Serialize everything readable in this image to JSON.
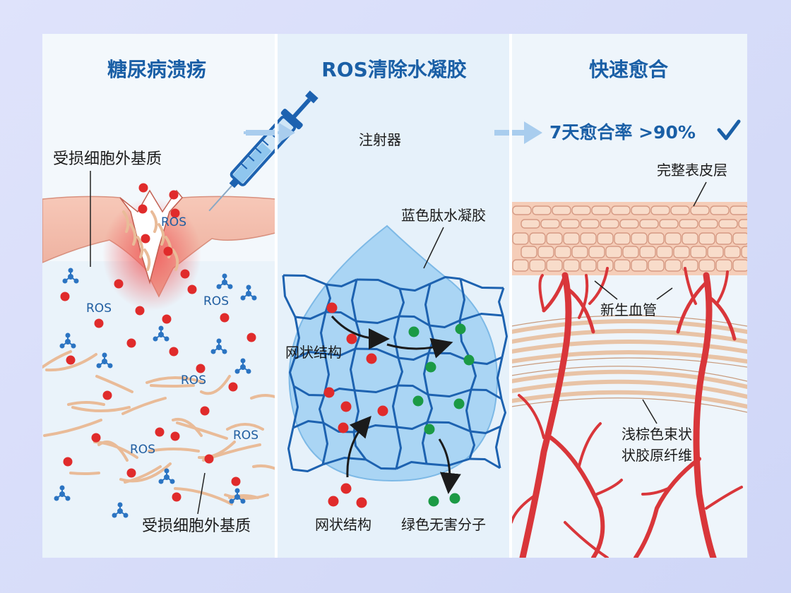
{
  "panels": [
    {
      "title": "糖尿病溃疡"
    },
    {
      "title": "ROS清除水凝胶"
    },
    {
      "title": "快速愈合"
    }
  ],
  "left": {
    "ecm_top": "受损细胞外基质",
    "ecm_bottom": "受损细胞外基质",
    "ros": "ROS"
  },
  "middle": {
    "syringe": "注射器",
    "hydrogel": "蓝色肽水凝胶",
    "network_left": "网状结构",
    "network_bottom": "网状结构",
    "green_molecules": "绿色无害分子"
  },
  "right": {
    "healing_rate": "7天愈合率 >90%",
    "epidermis": "完整表皮层",
    "vessels": "新生血管",
    "collagen_line1": "浅棕色束状",
    "collagen_line2": "状胶原纤维"
  },
  "colors": {
    "title": "#1a5fa6",
    "ros_dot": "#e02b2b",
    "green_dot": "#1b9a45",
    "vessel": "#d9363a",
    "gel": "#9fd0f2",
    "network": "#1d62b0"
  },
  "icons": [
    "arrow-right-icon",
    "checkmark-icon",
    "syringe-icon",
    "molecule-icon"
  ]
}
